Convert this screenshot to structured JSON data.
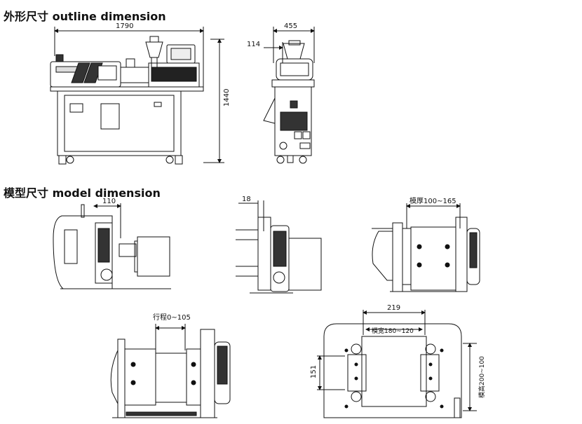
{
  "headings": {
    "outline": "外形尺寸 outline dimension",
    "model": "模型尺寸 model dimension"
  },
  "outline": {
    "front_width": "1790",
    "height": "1440",
    "side_width": "455",
    "side_offset": "114"
  },
  "model": {
    "nozzle_offset": "110",
    "plate_gap": "18",
    "mold_thickness": "模厚100~165",
    "stroke": "行程0~105",
    "platen_width": "219",
    "mold_width": "模宽180~120",
    "mold_height_label": "151",
    "mold_height": "模高200~100"
  }
}
